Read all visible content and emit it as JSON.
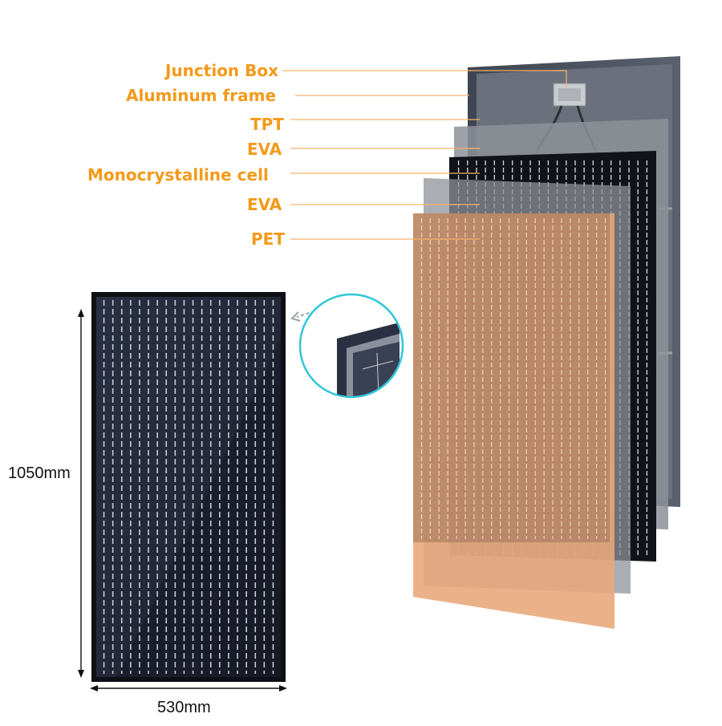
{
  "layers": [
    {
      "label": "Junction Box"
    },
    {
      "label": "Aluminum frame"
    },
    {
      "label": "TPT"
    },
    {
      "label": "EVA"
    },
    {
      "label": "Monocrystalline cell"
    },
    {
      "label": "EVA"
    },
    {
      "label": "PET"
    }
  ],
  "dimensions": {
    "height": "1050mm",
    "width": "530mm"
  },
  "colors": {
    "label": "#f39a1b",
    "leader": "#f5b36a",
    "panel": "#1f2433",
    "pet": "#e8a77a",
    "circle": "#2fc6d8"
  }
}
